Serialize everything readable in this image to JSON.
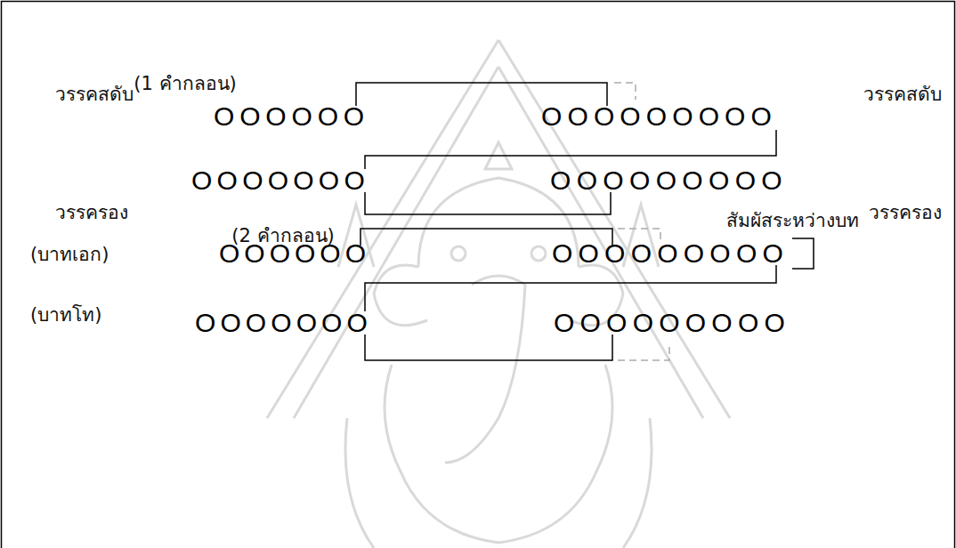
{
  "diagram": {
    "labels": [
      "(1 คำกลอน)",
      "วรรคสดับ",
      "OOOOOO",
      "OOOOOOOOO",
      "วรรคสดับ",
      "วรรครอง",
      "OOOOOOO",
      "OOOOOOOOO",
      "วรรครอง",
      "สัมผัสระหว่างบท",
      "(2 คำกลอน)",
      "(บาทเอก)",
      "OOOOOO",
      "OOOOOOOOO",
      "(บาทโท)",
      "OOOOOOO",
      "OOOOOOOOO"
    ]
  }
}
